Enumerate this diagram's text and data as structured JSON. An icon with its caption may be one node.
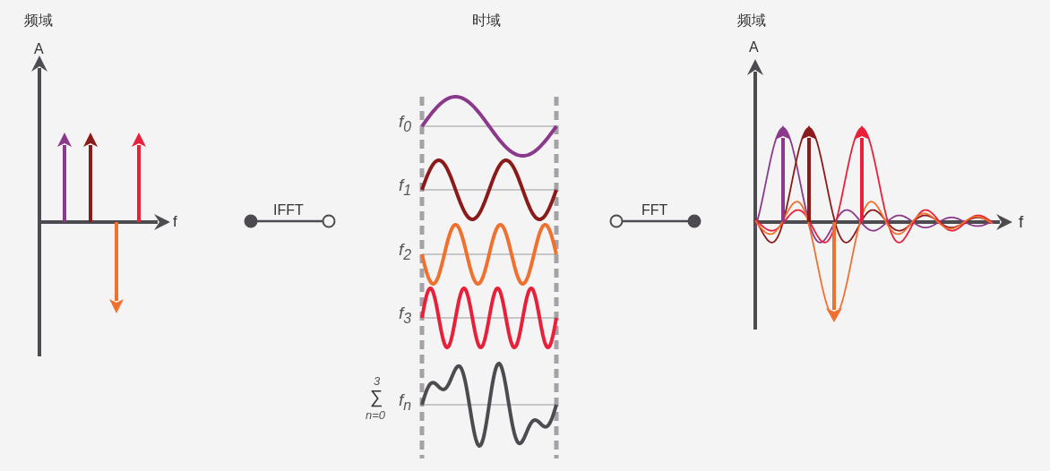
{
  "diagram": {
    "labels": [
      "频域",
      "时域",
      "频域",
      "A",
      "f",
      "IFFT",
      "f$_{0}$",
      "f$_{1}$",
      "f$_{2}$",
      "f$_{3}$",
      "3",
      "∑",
      "n=0",
      "f$_{n}$",
      "FFT",
      "A",
      "f"
    ]
  }
}
